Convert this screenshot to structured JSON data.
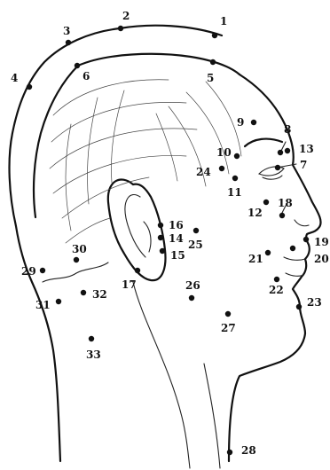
{
  "diagram": {
    "points": [
      {
        "id": "1",
        "label": "1"
      },
      {
        "id": "2",
        "label": "2"
      },
      {
        "id": "3",
        "label": "3"
      },
      {
        "id": "4",
        "label": "4"
      },
      {
        "id": "5",
        "label": "5"
      },
      {
        "id": "6",
        "label": "6"
      },
      {
        "id": "7",
        "label": "7"
      },
      {
        "id": "8",
        "label": "8"
      },
      {
        "id": "9",
        "label": "9"
      },
      {
        "id": "10",
        "label": "10"
      },
      {
        "id": "11",
        "label": "11"
      },
      {
        "id": "12",
        "label": "12"
      },
      {
        "id": "13",
        "label": "13"
      },
      {
        "id": "14",
        "label": "14"
      },
      {
        "id": "15",
        "label": "15"
      },
      {
        "id": "16",
        "label": "16"
      },
      {
        "id": "17",
        "label": "17"
      },
      {
        "id": "18",
        "label": "18"
      },
      {
        "id": "19",
        "label": "19"
      },
      {
        "id": "20",
        "label": "20"
      },
      {
        "id": "21",
        "label": "21"
      },
      {
        "id": "22",
        "label": "22"
      },
      {
        "id": "23",
        "label": "23"
      },
      {
        "id": "24",
        "label": "24"
      },
      {
        "id": "25",
        "label": "25"
      },
      {
        "id": "26",
        "label": "26"
      },
      {
        "id": "27",
        "label": "27"
      },
      {
        "id": "28",
        "label": "28"
      },
      {
        "id": "29",
        "label": "29"
      },
      {
        "id": "30",
        "label": "30"
      },
      {
        "id": "31",
        "label": "31"
      },
      {
        "id": "32",
        "label": "32"
      },
      {
        "id": "33",
        "label": "33"
      }
    ]
  }
}
